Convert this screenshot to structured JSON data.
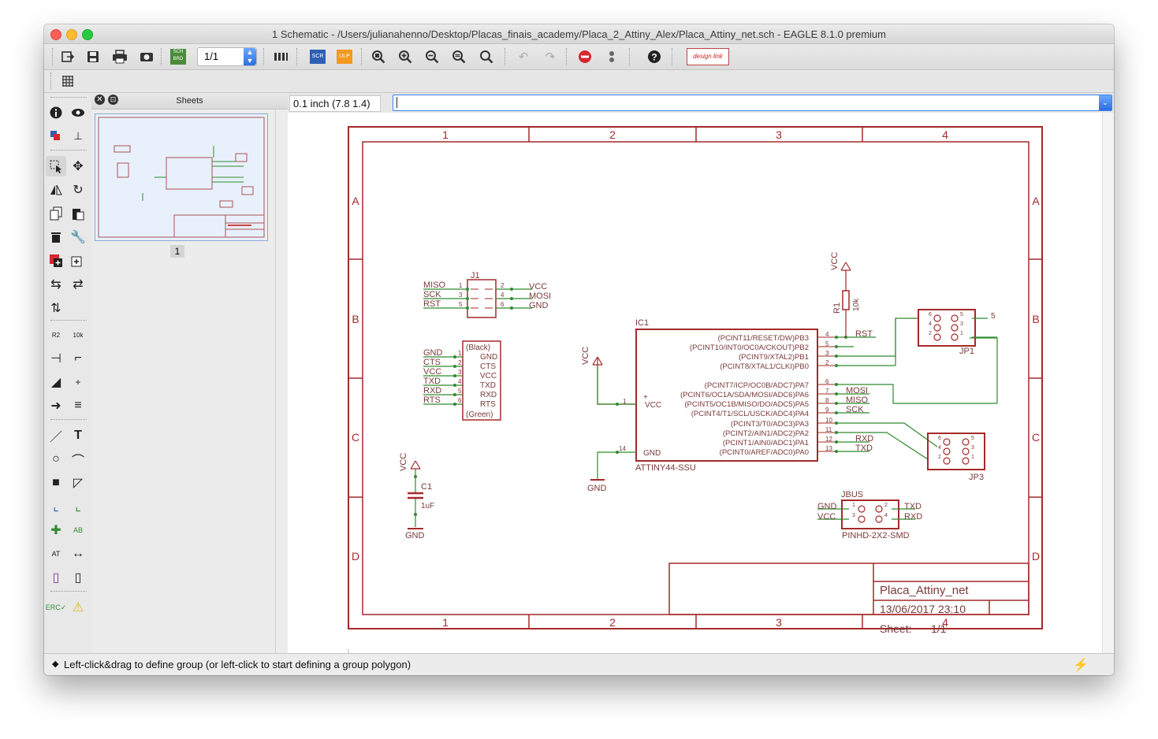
{
  "window": {
    "title": "1 Schematic - /Users/julianahenno/Desktop/Placas_finais_academy/Placa_2_Attiny_Alex/Placa_Attiny_net.sch - EAGLE 8.1.0 premium"
  },
  "toolbar": {
    "sheet_value": "1/1",
    "sch_brd_label": "SCH BRD",
    "scr_label": "SCR",
    "ulp_label": "ULP",
    "design_link_label": "design link"
  },
  "sheets_panel": {
    "title": "Sheets",
    "sheet_number": "1"
  },
  "command": {
    "coordinate": "0.1 inch (7.8 1.4)",
    "input_value": ""
  },
  "status": {
    "message": "Left-click&drag to define group (or left-click to start defining a group polygon)"
  },
  "schematic": {
    "frame_columns": [
      "1",
      "2",
      "3",
      "4"
    ],
    "frame_rows": [
      "A",
      "B",
      "C",
      "D"
    ],
    "title_block": {
      "name": "Placa_Attiny_net",
      "date": "13/06/2017 23:10",
      "sheet_label": "Sheet:",
      "sheet_value": "1/1"
    },
    "j1": {
      "name": "J1",
      "left_labels": [
        "MISO",
        "SCK",
        "RST"
      ],
      "left_pins": [
        "1",
        "3",
        "5"
      ],
      "right_pins": [
        "2",
        "4",
        "6"
      ],
      "right_labels": [
        "VCC",
        "MOSI",
        "GND"
      ]
    },
    "ftdi": {
      "top_label": "(Black)",
      "bottom_label": "(Green)",
      "net_labels": [
        "GND",
        "CTS",
        "VCC",
        "TXD",
        "RXD",
        "RTS"
      ],
      "pin_numbers": [
        "1",
        "2",
        "3",
        "4",
        "5",
        "6"
      ],
      "pin_names": [
        "GND",
        "CTS",
        "VCC",
        "TXD",
        "RXD",
        "RTS"
      ]
    },
    "ic1": {
      "name": "IC1",
      "part": "ATTINY44-SSU",
      "vcc_pin": "VCC",
      "vcc_num": "1",
      "gnd_pin": "GND",
      "gnd_num": "14",
      "plus": "+",
      "vcc_supply": "VCC",
      "gnd_supply": "GND",
      "pins": [
        {
          "name": "(PCINT11/RESET/DW)PB3",
          "num": "4"
        },
        {
          "name": "(PCINT10/INT0/OC0A/CKOUT)PB2",
          "num": "5"
        },
        {
          "name": "(PCINT9/XTAL2)PB1",
          "num": "3"
        },
        {
          "name": "(PCINT8/XTAL1/CLKI)PB0",
          "num": "2"
        },
        {
          "name": "(PCINT7/ICP/OC0B/ADC7)PA7",
          "num": "6"
        },
        {
          "name": "(PCINT6/OC1A/SDA/MOSI/ADC6)PA6",
          "num": "7"
        },
        {
          "name": "(PCINT5/OC1B/MISO/DO/ADC5)PA5",
          "num": "8"
        },
        {
          "name": "(PCINT4/T1/SCL/USCK/ADC4)PA4",
          "num": "9"
        },
        {
          "name": "(PCINT3/T0/ADC3)PA3",
          "num": "10"
        },
        {
          "name": "(PCINT2/AIN1/ADC2)PA2",
          "num": "11"
        },
        {
          "name": "(PCINT1/AIN0/ADC1)PA1",
          "num": "12"
        },
        {
          "name": "(PCINT0/AREF/ADC0)PA0",
          "num": "13"
        }
      ],
      "net_labels": [
        "RST",
        "MOSI",
        "MISO",
        "SCK",
        "RXD",
        "TXD"
      ]
    },
    "r1": {
      "name": "R1",
      "value": "10k",
      "vcc": "VCC"
    },
    "c1": {
      "name": "C1",
      "value": "1uF",
      "vcc": "VCC",
      "gnd": "GND"
    },
    "jp1": {
      "name": "JP1",
      "pins": [
        "6",
        "5",
        "4",
        "3",
        "2",
        "1"
      ],
      "aux": "5"
    },
    "jp3": {
      "name": "JP3",
      "pins": [
        "6",
        "5",
        "4",
        "3",
        "2",
        "1"
      ]
    },
    "jbus": {
      "name": "JBUS",
      "part": "PINHD-2X2-SMD",
      "left_labels": [
        "GND",
        "VCC"
      ],
      "left_pins": [
        "1",
        "3"
      ],
      "right_pins": [
        "2",
        "4"
      ],
      "right_labels": [
        "TXD",
        "RXD"
      ]
    }
  },
  "colors": {
    "frame": "#a52a2a",
    "wire": "#2e8b2e",
    "text": "#7a3a3a",
    "thumb_bg": "#e8f0fb",
    "accent": "#2b6fe0"
  }
}
